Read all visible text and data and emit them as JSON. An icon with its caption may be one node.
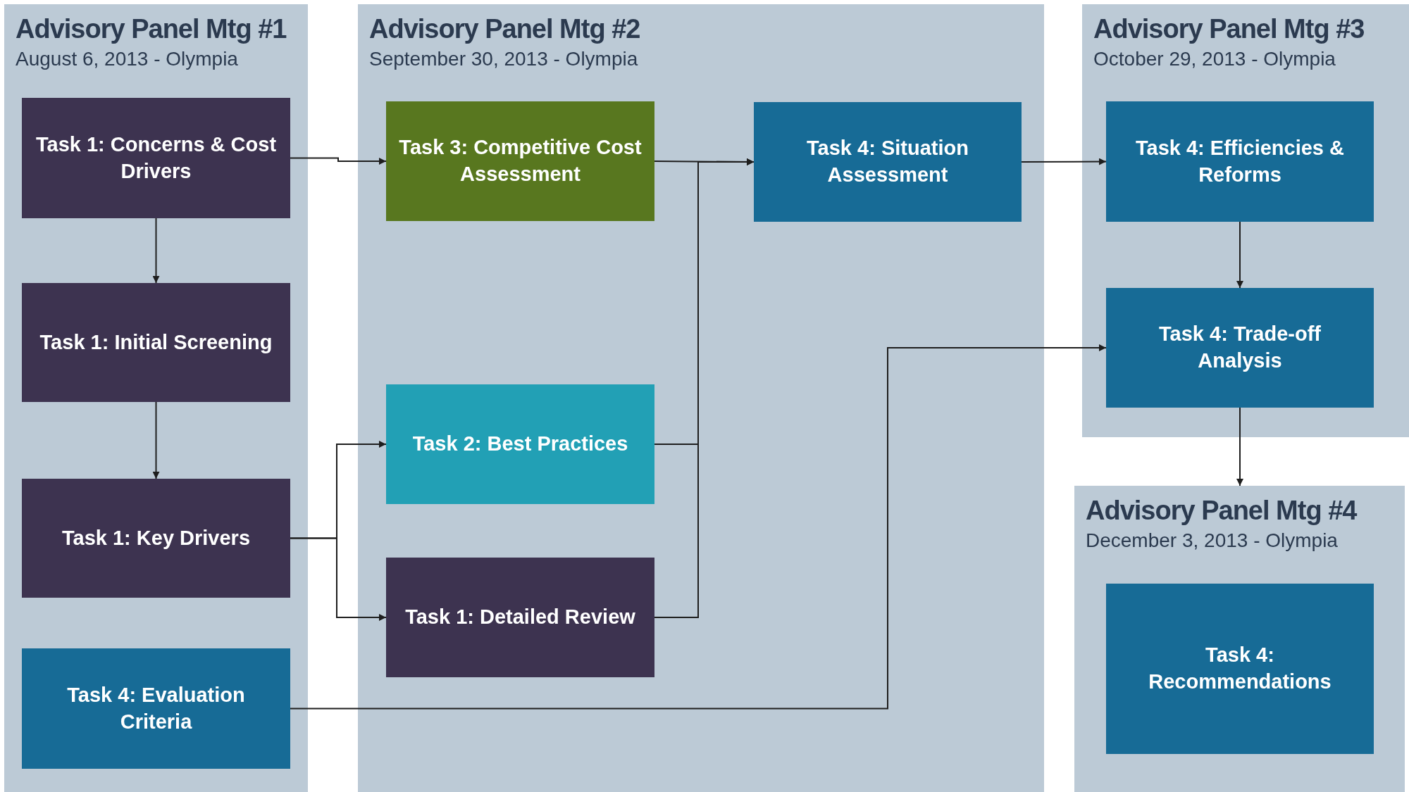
{
  "diagram": {
    "nodes": [
      {
        "text": [
          "Advisory Panel Mtg #1",
          "August 6, 2013 - Olympia"
        ]
      },
      {
        "text": [
          "Task 1: Concerns & Cost Drivers"
        ],
        "in": 0
      },
      {
        "text": [
          "Task 1: Initial Screening"
        ],
        "in": 0
      },
      {
        "text": [
          "Task 1: Key Drivers"
        ],
        "in": 0
      },
      {
        "text": [
          "Task 4: Evaluation Criteria"
        ],
        "in": 0
      },
      {
        "text": [
          "Advisory Panel Mtg #2",
          "September 30, 2013 - Olympia"
        ]
      },
      {
        "text": [
          "Task 3: Competitive Cost Assessment"
        ],
        "in": 5
      },
      {
        "text": [
          "Task 4: Situation Assessment"
        ],
        "in": 5
      },
      {
        "text": [
          "Task 2: Best Practices"
        ],
        "in": 5
      },
      {
        "text": [
          "Task 1: Detailed Review"
        ],
        "in": 5
      },
      {
        "text": [
          "Advisory Panel Mtg #3",
          "October 29, 2013 - Olympia"
        ]
      },
      {
        "text": [
          "Task 4: Efficiencies & Reforms"
        ],
        "in": 10
      },
      {
        "text": [
          "Task 4: Trade-off Analysis"
        ],
        "in": 10
      },
      {
        "text": [
          "Advisory Panel Mtg #4",
          "December 3, 2013 - Olympia"
        ]
      },
      {
        "text": [
          "Task 4: Recommendations"
        ],
        "in": 13
      }
    ],
    "edges": [
      {
        "from": 1,
        "to": 6,
        "arrow": "to"
      },
      {
        "from": 1,
        "to": 2,
        "arrow": "to"
      },
      {
        "from": 2,
        "to": 3,
        "arrow": "to"
      },
      {
        "from": 3,
        "to": 8,
        "arrow": "to"
      },
      {
        "from": 3,
        "to": 9,
        "arrow": "to"
      },
      {
        "from": 6,
        "to": 7,
        "arrow": "to"
      },
      {
        "from": 8,
        "to": 7,
        "arrow": "to"
      },
      {
        "from": 9,
        "to": 7,
        "arrow": "to"
      },
      {
        "from": 7,
        "to": 11,
        "arrow": "to"
      },
      {
        "from": 11,
        "to": 12,
        "arrow": "to"
      },
      {
        "from": 4,
        "to": 12,
        "arrow": "to"
      },
      {
        "from": 12,
        "to": 13,
        "arrow": "to"
      }
    ]
  }
}
